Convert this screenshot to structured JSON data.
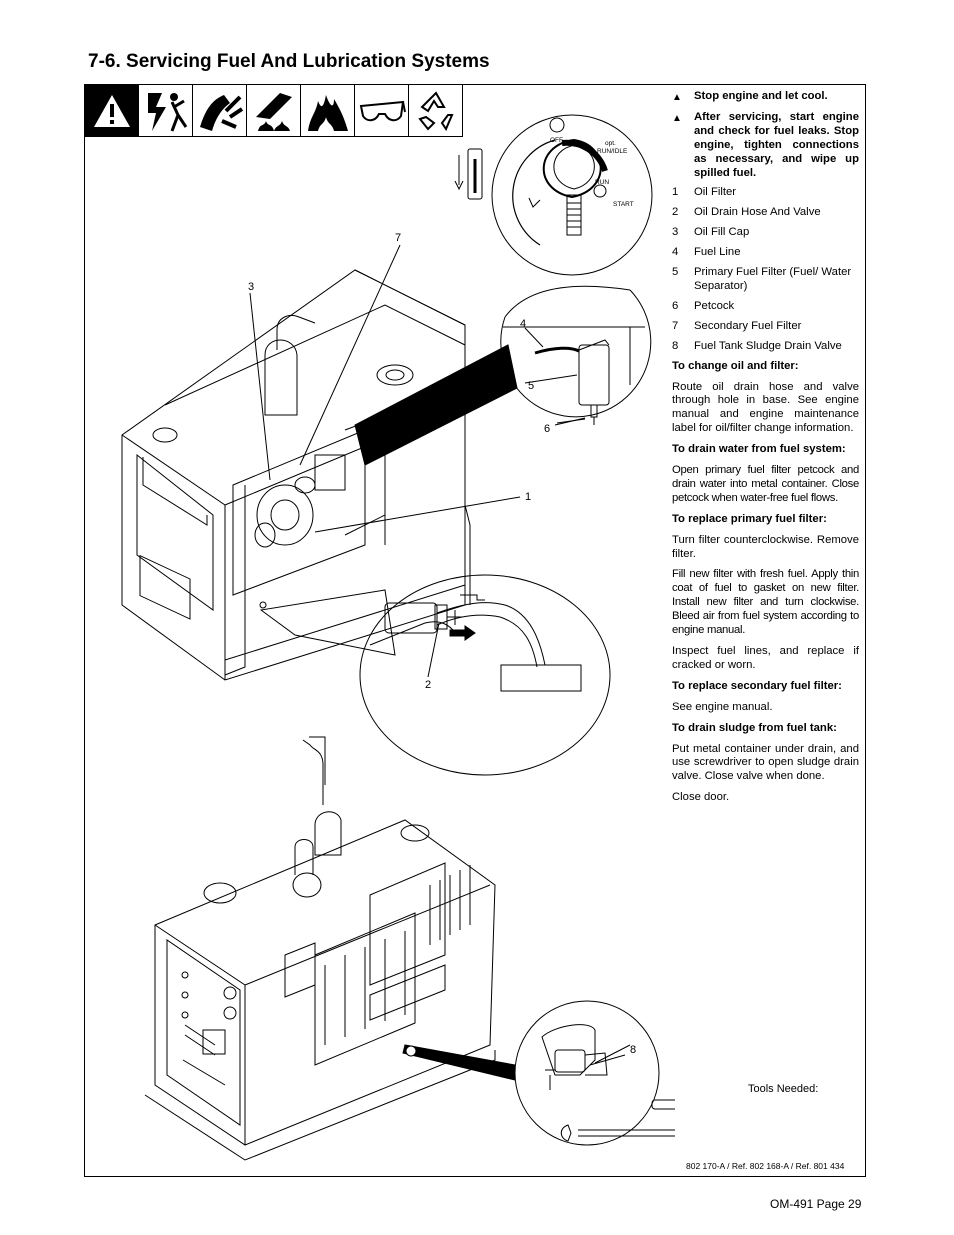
{
  "heading": "7-6.   Servicing Fuel And Lubrication Systems",
  "warnings": [
    "Stop engine and let cool.",
    "After servicing, start engine and check for fuel leaks. Stop engine, tighten connections as necessary, and wipe up spilled fuel."
  ],
  "warning_symbol": "▲",
  "parts": [
    {
      "num": "1",
      "label": "Oil Filter"
    },
    {
      "num": "2",
      "label": "Oil Drain Hose And Valve"
    },
    {
      "num": "3",
      "label": "Oil Fill Cap"
    },
    {
      "num": "4",
      "label": "Fuel Line"
    },
    {
      "num": "5",
      "label": "Primary Fuel Filter (Fuel/ Water Separator)"
    },
    {
      "num": "6",
      "label": "Petcock"
    },
    {
      "num": "7",
      "label": "Secondary Fuel Filter"
    },
    {
      "num": "8",
      "label": "Fuel Tank Sludge Drain Valve"
    }
  ],
  "sections": [
    {
      "heading": "To change oil and filter:",
      "paragraphs": [
        "Route oil drain hose and valve through hole in base. See engine manual and engine maintenance label for oil/filter change information."
      ]
    },
    {
      "heading": "To drain water from fuel system:",
      "paragraphs": [
        "Open primary fuel filter petcock and drain water into metal container. Close petcock when water-free fuel flows."
      ]
    },
    {
      "heading": "To replace primary fuel filter:",
      "paragraphs": [
        "Turn filter counterclockwise. Remove filter.",
        "Fill new filter with fresh fuel. Apply thin coat of fuel to gasket on new filter. Install new filter and turn clockwise. Bleed air from fuel system according to engine manual.",
        "Inspect fuel lines, and replace if cracked or worn."
      ]
    },
    {
      "heading": "To replace secondary fuel filter:",
      "paragraphs": [
        "See engine manual."
      ]
    },
    {
      "heading": "To drain sludge from fuel tank:",
      "paragraphs": [
        "Put metal container under drain, and use screwdriver to open sludge drain valve. Close valve when done.",
        "Close door."
      ]
    }
  ],
  "switch_labels": {
    "off": "OFF",
    "run_idle": "RUN/IDLE",
    "opt": "opt.",
    "run": "RUN",
    "start": "START"
  },
  "callouts": {
    "c1": "1",
    "c2": "2",
    "c3": "3",
    "c4": "4",
    "c5": "5",
    "c6": "6",
    "c7": "7",
    "c8": "8"
  },
  "tools_label": "Tools Needed:",
  "reference": "802 170-A / Ref. 802 168-A / Ref. 801 434",
  "page_number": "OM-491 Page 29"
}
